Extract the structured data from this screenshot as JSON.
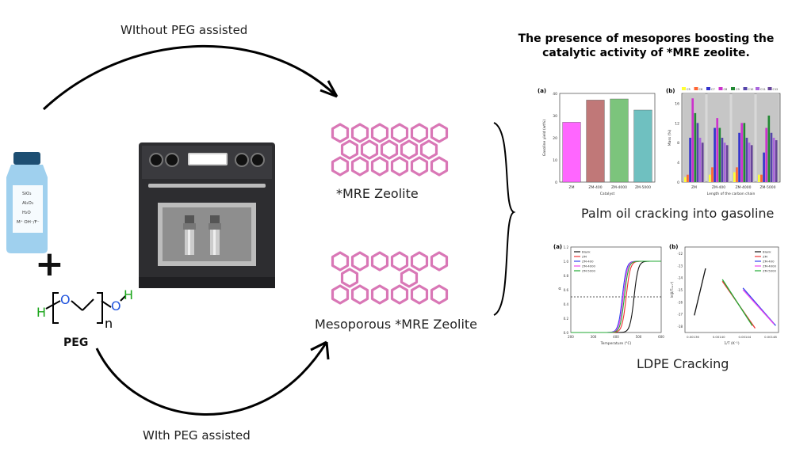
{
  "arrows": {
    "top_label": "WIthout PEG assisted",
    "bottom_label": "WIth PEG assisted"
  },
  "reagents": {
    "bottle_lines": [
      "SiO₂",
      "Al₂O₃",
      "H₂O",
      "M⁺ OH⁻/F⁻"
    ],
    "plus_sign": "+",
    "peg_label": "PEG",
    "peg_formula": {
      "h_left": "H",
      "o_left": "O",
      "o_right": "O",
      "h_right": "H",
      "n": "n"
    }
  },
  "products": {
    "mre_label": "*MRE Zeolite",
    "meso_label": "Mesoporous *MRE Zeolite"
  },
  "summary": {
    "headline_line1": "The presence of mesopores boosting the",
    "headline_line2": "catalytic activity of *MRE zeolite."
  },
  "applications": {
    "palm_label": "Palm oil cracking into gasoline",
    "ldpe_label": "LDPE Cracking"
  },
  "chart_data": [
    {
      "type": "bar",
      "panel": "(a)",
      "categories": [
        "ZM",
        "ZM-400",
        "ZM-4000",
        "ZM-5000"
      ],
      "values": [
        27,
        37,
        37.5,
        32.5
      ],
      "colors": [
        "#ff66ff",
        "#c07878",
        "#7cc47c",
        "#6fc0c0"
      ],
      "ylabel": "Gasoline yield (wt%)",
      "xlabel": "Catalyst",
      "yticks": [
        "0",
        "10",
        "20",
        "30",
        "40"
      ],
      "ylim": [
        0,
        40
      ]
    },
    {
      "type": "bar",
      "panel": "(b)",
      "categories": [
        "ZM",
        "ZM-400",
        "ZM-4000",
        "ZM-5000"
      ],
      "legend": [
        "C5",
        "C6",
        "C7",
        "C8",
        "C9",
        "C10",
        "C11",
        "C12"
      ],
      "colors": [
        "#ffff33",
        "#ff6633",
        "#3333cc",
        "#cc33cc",
        "#228833",
        "#5544aa",
        "#aa66dd",
        "#664499"
      ],
      "series_values": [
        [
          1,
          1.5,
          2,
          1.5
        ],
        [
          1.5,
          3,
          3,
          1.5
        ],
        [
          9,
          11,
          10,
          6
        ],
        [
          17,
          13,
          12,
          11
        ],
        [
          14,
          11,
          12,
          13.5
        ],
        [
          12,
          9,
          9,
          10
        ],
        [
          9,
          8,
          8,
          9
        ],
        [
          8,
          7.5,
          7.5,
          8.5
        ]
      ],
      "ylabel": "Mass (%)",
      "xlabel": "Length of the carbon chain",
      "yticks": [
        "0",
        "4",
        "8",
        "12",
        "16"
      ],
      "ylim": [
        0,
        18
      ]
    },
    {
      "type": "line",
      "panel": "(a)",
      "series_names": [
        "Blank",
        "ZM",
        "ZM-400",
        "ZM-4000",
        "ZM-5000"
      ],
      "colors": [
        "#111111",
        "#ee3333",
        "#3344ee",
        "#ee44ee",
        "#22aa33"
      ],
      "midpoints": [
        480,
        445,
        428,
        432,
        437
      ],
      "xlabel": "Temperature (°C)",
      "ylabel": "α",
      "xticks": [
        "200",
        "300",
        "400",
        "500",
        "600"
      ],
      "yticks": [
        "0.0",
        "0.2",
        "0.4",
        "0.6",
        "0.8",
        "1.0",
        "1.2"
      ],
      "xlim": [
        200,
        600
      ],
      "ylim": [
        0,
        1.2
      ],
      "reference_line": 0.5
    },
    {
      "type": "line",
      "panel": "(b)",
      "series_names": [
        "Blank",
        "ZM",
        "ZM-400",
        "ZM-4000",
        "ZM-5000"
      ],
      "colors": [
        "#111111",
        "#ee3333",
        "#3344ee",
        "#ee44ee",
        "#22aa33"
      ],
      "segments": [
        [
          [
            0.1,
            0.8
          ],
          [
            0.22,
            0.25
          ]
        ],
        [
          [
            0.4,
            0.4
          ],
          [
            0.75,
            0.95
          ]
        ],
        [
          [
            0.62,
            0.48
          ],
          [
            0.97,
            0.92
          ]
        ],
        [
          [
            0.62,
            0.5
          ],
          [
            0.95,
            0.9
          ]
        ],
        [
          [
            0.4,
            0.38
          ],
          [
            0.72,
            0.92
          ]
        ]
      ],
      "xlabel": "1/T (K⁻¹)",
      "ylabel": "ln(β/Tₘₐₓ²)",
      "xticks": [
        "0.00136",
        "0.00140",
        "0.00144",
        "0.00148"
      ],
      "yticks": [
        "-12",
        "-13",
        "-14",
        "-15",
        "-16",
        "-17",
        "-18"
      ]
    }
  ]
}
